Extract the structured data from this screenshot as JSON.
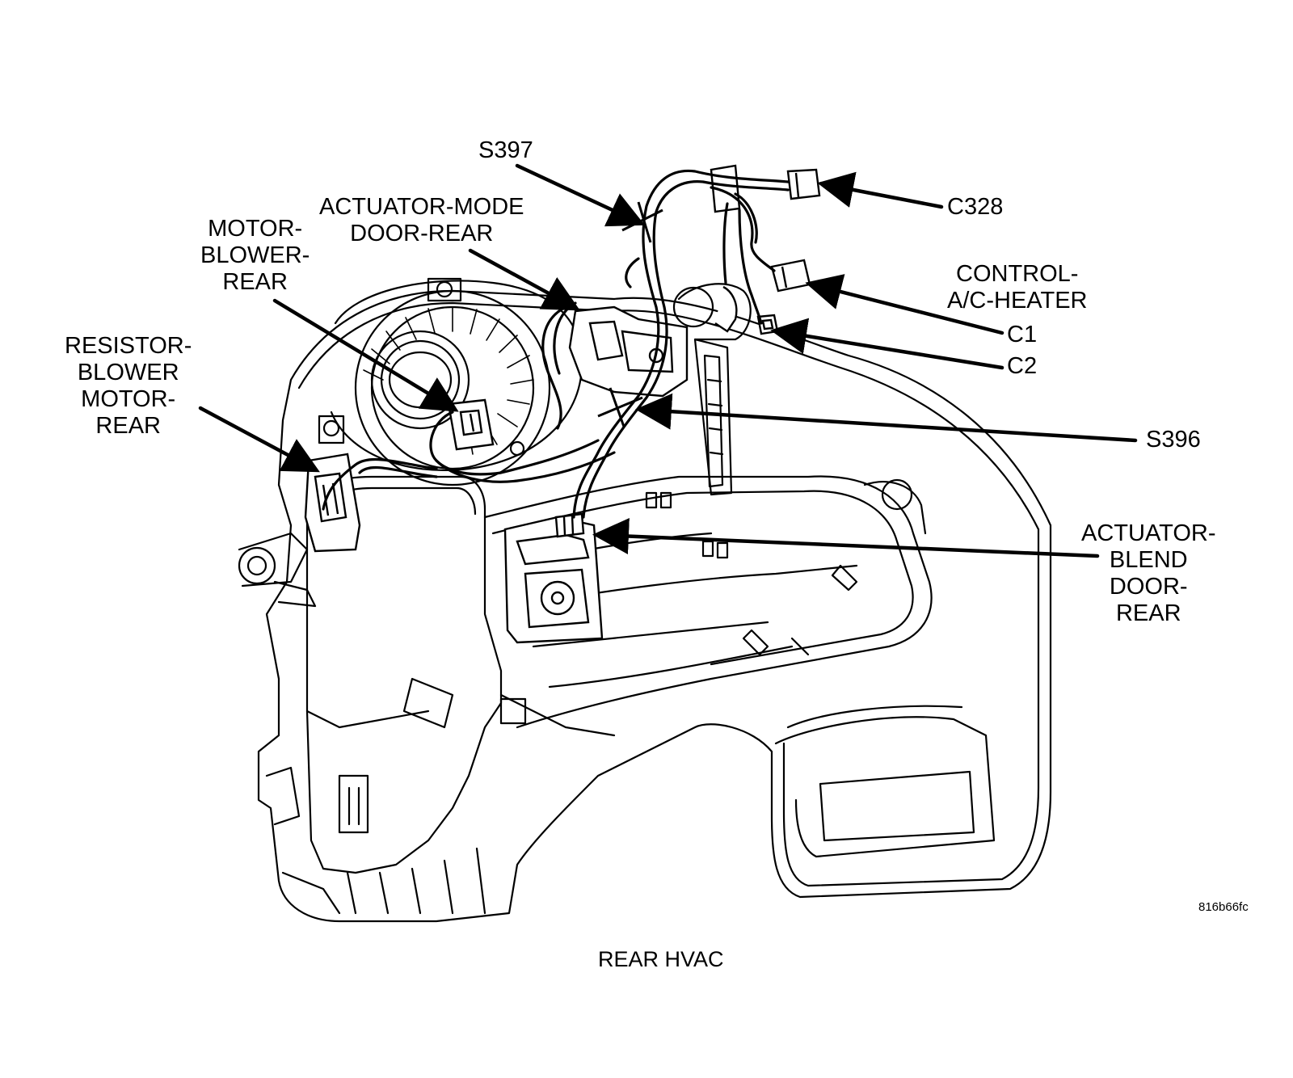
{
  "diagram": {
    "caption": "REAR HVAC",
    "figure_id": "816b66fc",
    "labels": {
      "s397": [
        "S397"
      ],
      "c328": [
        "C328"
      ],
      "actuator_mode": [
        "ACTUATOR-MODE",
        "DOOR-REAR"
      ],
      "motor_blower": [
        "MOTOR-",
        "BLOWER-",
        "REAR"
      ],
      "control_ac": [
        "CONTROL-",
        "A/C-HEATER"
      ],
      "c1": [
        "C1"
      ],
      "c2": [
        "C2"
      ],
      "resistor": [
        "RESISTOR-",
        "BLOWER",
        "MOTOR-",
        "REAR"
      ],
      "s396": [
        "S396"
      ],
      "actuator_blend": [
        "ACTUATOR-",
        "BLEND",
        "DOOR-",
        "REAR"
      ]
    }
  }
}
